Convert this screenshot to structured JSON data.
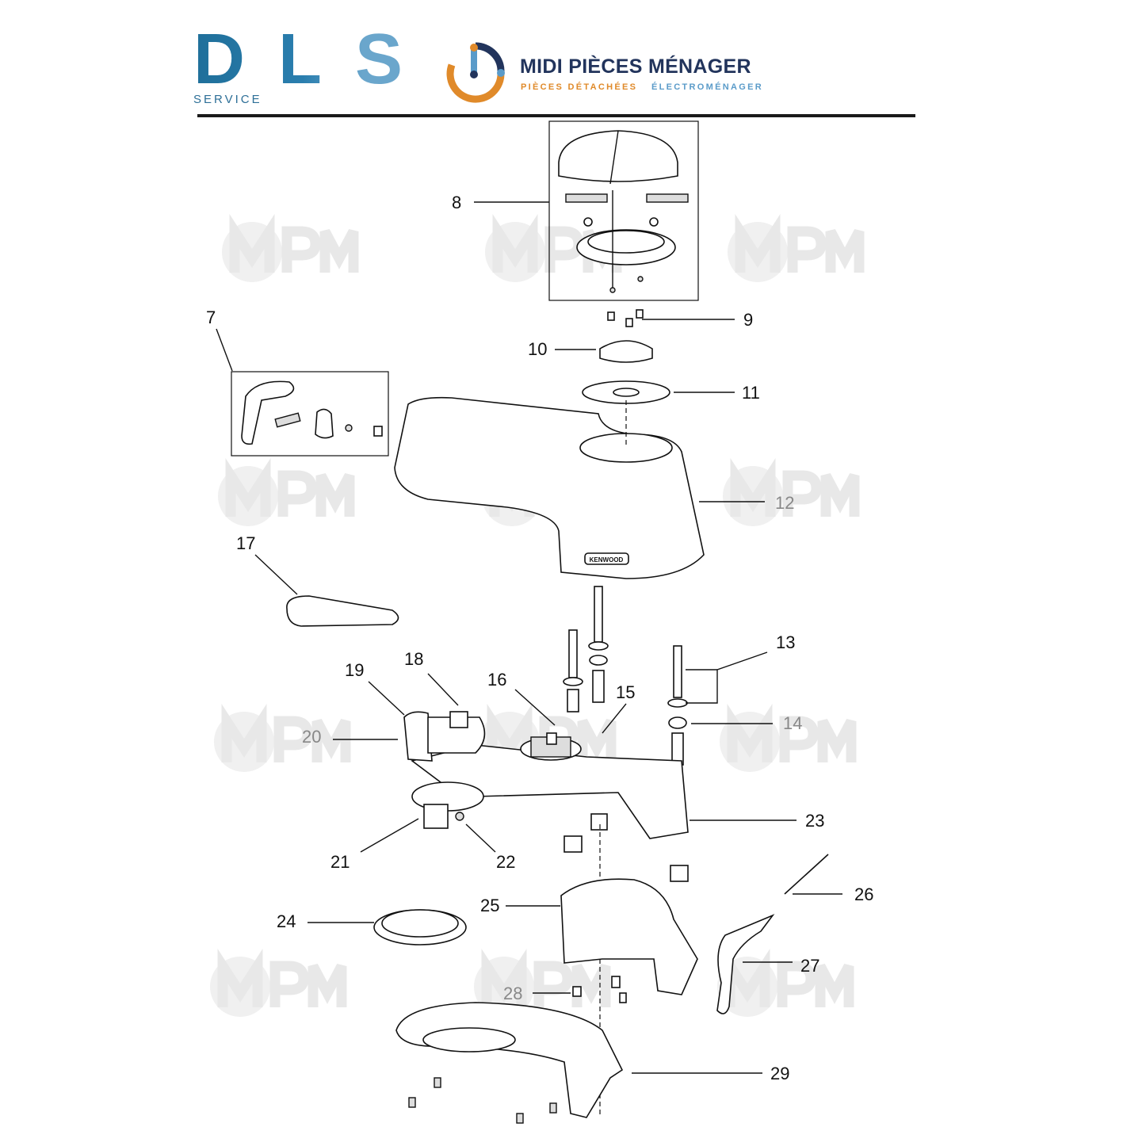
{
  "header": {
    "dls_logo_text": "DLS",
    "dls_service": "SERVICE",
    "brand_name": "MIDI PIÈCES MÉNAGER",
    "tagline_part1": "PIÈCES DÉTACHÉES",
    "tagline_part2": "ÉLECTROMÉNAGER",
    "colors": {
      "dls_dark": "#1f6f9a",
      "dls_light": "#6aa6cc",
      "brand_navy": "#22345c",
      "brand_orange": "#e08a2a"
    }
  },
  "watermark": "MPM",
  "diagram": {
    "brand_plate": "KENWOOD",
    "callouts": [
      {
        "id": "7",
        "muted": false
      },
      {
        "id": "8",
        "muted": false
      },
      {
        "id": "9",
        "muted": false
      },
      {
        "id": "10",
        "muted": false
      },
      {
        "id": "11",
        "muted": false
      },
      {
        "id": "12",
        "muted": true
      },
      {
        "id": "13",
        "muted": false
      },
      {
        "id": "14",
        "muted": true
      },
      {
        "id": "15",
        "muted": false
      },
      {
        "id": "16",
        "muted": false
      },
      {
        "id": "17",
        "muted": false
      },
      {
        "id": "18",
        "muted": false
      },
      {
        "id": "19",
        "muted": false
      },
      {
        "id": "20",
        "muted": true
      },
      {
        "id": "21",
        "muted": false
      },
      {
        "id": "22",
        "muted": false
      },
      {
        "id": "23",
        "muted": false
      },
      {
        "id": "24",
        "muted": false
      },
      {
        "id": "25",
        "muted": false
      },
      {
        "id": "26",
        "muted": false
      },
      {
        "id": "27",
        "muted": false
      },
      {
        "id": "28",
        "muted": true
      },
      {
        "id": "29",
        "muted": false
      }
    ]
  }
}
